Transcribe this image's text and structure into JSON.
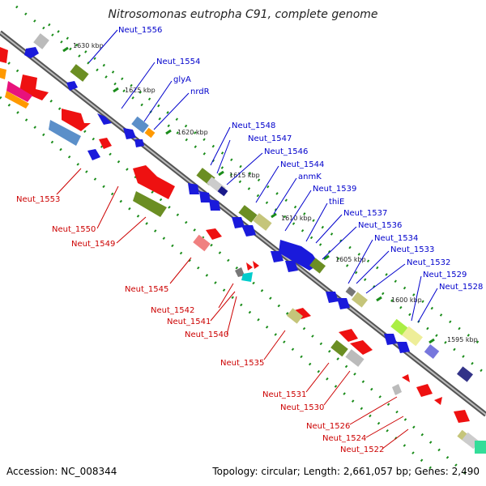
{
  "title": "Nitrosomonas eutropha C91, complete genome",
  "footer": {
    "accession": "Accession: NC_008344",
    "summary": "Topology: circular; Length: 2,661,057 bp; Genes: 2,490"
  },
  "colors": {
    "backbone": "#8a8a8a",
    "dots": "#1a8c1a",
    "blue_label": "#0000cc",
    "red_label": "#cc0000"
  },
  "kbp_marks": [
    {
      "label": "1630 kbp"
    },
    {
      "label": "1625 kbp"
    },
    {
      "label": "1620 kbp"
    },
    {
      "label": "1615 kbp"
    },
    {
      "label": "1610 kbp"
    },
    {
      "label": "1605 kbp"
    },
    {
      "label": "1600 kbp"
    },
    {
      "label": "1595 kbp"
    }
  ],
  "blue_labels": [
    {
      "name": "Neut_1556"
    },
    {
      "name": "Neut_1554"
    },
    {
      "name": "glyA"
    },
    {
      "name": "nrdR"
    },
    {
      "name": "Neut_1548"
    },
    {
      "name": "Neut_1547"
    },
    {
      "name": "Neut_1546"
    },
    {
      "name": "Neut_1544"
    },
    {
      "name": "anmK"
    },
    {
      "name": "Neut_1539"
    },
    {
      "name": "thiE"
    },
    {
      "name": "Neut_1537"
    },
    {
      "name": "Neut_1536"
    },
    {
      "name": "Neut_1534"
    },
    {
      "name": "Neut_1533"
    },
    {
      "name": "Neut_1532"
    },
    {
      "name": "Neut_1529"
    },
    {
      "name": "Neut_1528"
    }
  ],
  "red_labels": [
    {
      "name": "Neut_1553"
    },
    {
      "name": "Neut_1550"
    },
    {
      "name": "Neut_1549"
    },
    {
      "name": "Neut_1545"
    },
    {
      "name": "Neut_1542"
    },
    {
      "name": "Neut_1541"
    },
    {
      "name": "Neut_1540"
    },
    {
      "name": "Neut_1535"
    },
    {
      "name": "Neut_1531"
    },
    {
      "name": "Neut_1530"
    },
    {
      "name": "Neut_1526"
    },
    {
      "name": "Neut_1524"
    },
    {
      "name": "Neut_1522"
    }
  ]
}
